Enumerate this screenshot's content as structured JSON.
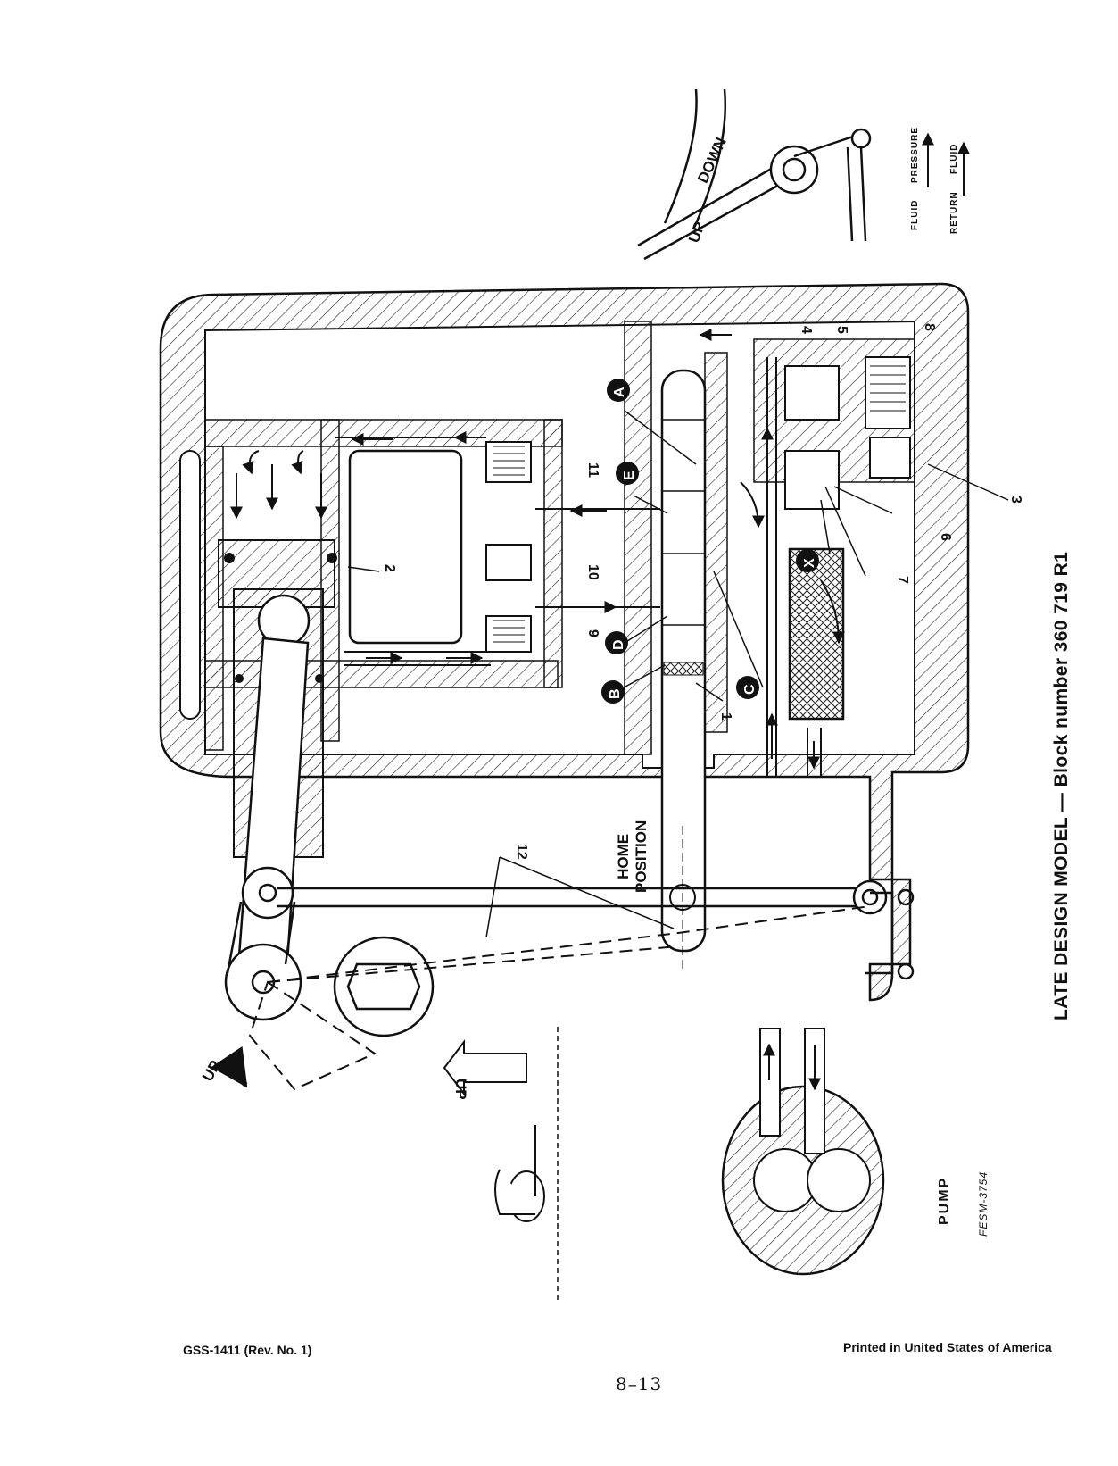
{
  "labels": {
    "caption": "LATE DESIGN MODEL — Block number 360 719 R1",
    "home_position": [
      "HOME",
      "POSITION"
    ],
    "pump": "PUMP",
    "figure_code": "FESM-3754",
    "legend_pressure": [
      "FLUID",
      "PRESSURE"
    ],
    "legend_return": [
      "RETURN",
      "FLUID"
    ],
    "lever_up": "UP",
    "lever_down": "DOWN",
    "arrow_up": "UP",
    "hitch_up": "UP"
  },
  "callouts": {
    "letters": [
      "A",
      "B",
      "C",
      "D",
      "E",
      "X"
    ],
    "numbers": [
      "1",
      "2",
      "3",
      "4",
      "5",
      "6",
      "7",
      "8",
      "9",
      "10",
      "11",
      "12"
    ]
  },
  "footer": {
    "doc_id": "GSS-1411 (Rev. No. 1)",
    "printed": "Printed in United States of America",
    "page": "8–13"
  },
  "colors": {
    "ink": "#111111",
    "paper": "#ffffff",
    "fill": "#ececec"
  }
}
